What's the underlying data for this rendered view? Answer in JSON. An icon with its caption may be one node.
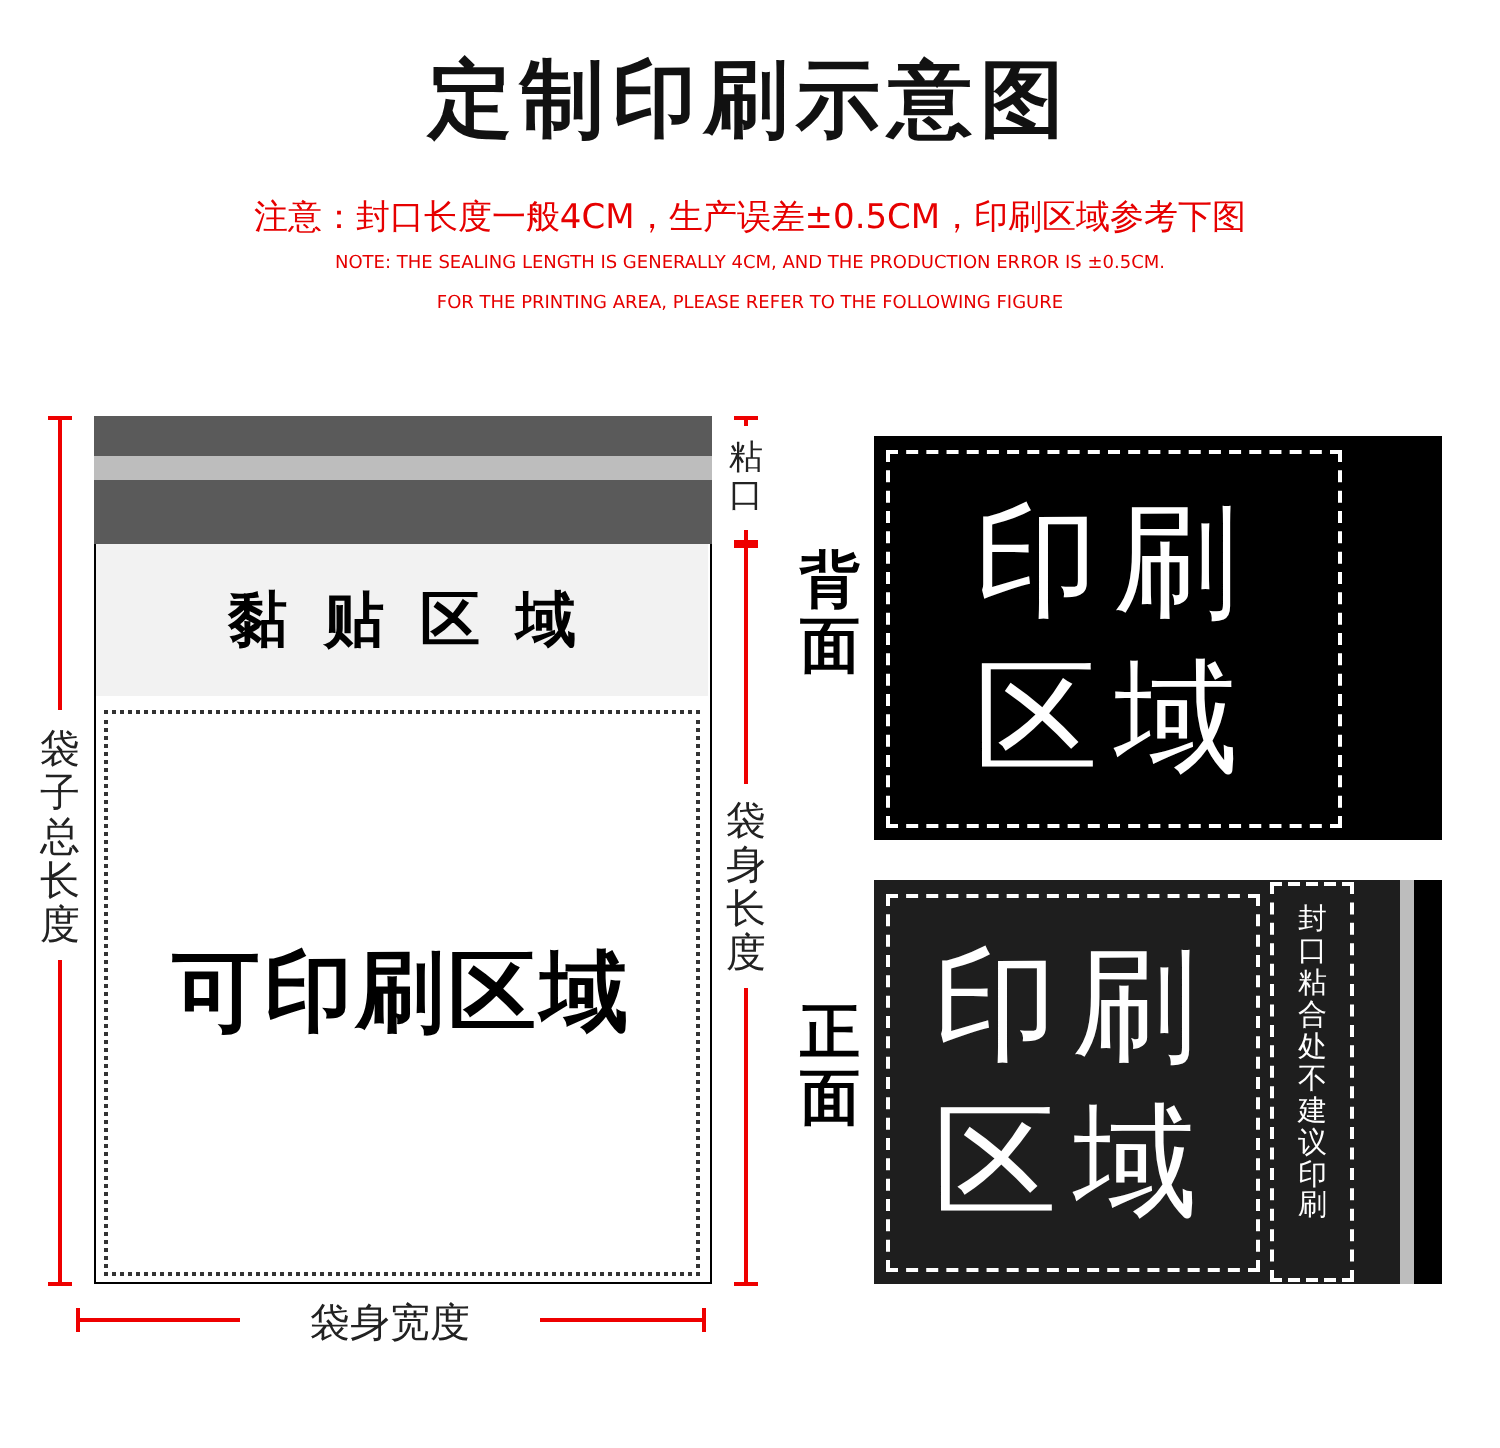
{
  "diagram": {
    "title": "定制印刷示意图",
    "nodes": [
      {
        "text": [],
        "shape": "box"
      },
      {
        "text": [
          "黏贴区域"
        ],
        "in": 0
      },
      {
        "text": [
          "可印刷区域"
        ],
        "in": 0
      },
      {
        "text": [
          "背面"
        ]
      },
      {
        "text": [
          "印刷区域"
        ],
        "in": 3
      },
      {
        "text": [
          "正面"
        ]
      },
      {
        "text": [
          "印刷区域"
        ],
        "in": 5
      },
      {
        "text": [
          "封口粘合处不建议印刷"
        ],
        "in": 5
      }
    ],
    "labels": [
      "注意：封口长度一般4CM，生产误差±0.5CM，印刷区域参考下图",
      "NOTE: THE SEALING LENGTH IS GENERALLY 4CM, AND THE PRODUCTION ERROR IS ±0.5CM.",
      "FOR THE PRINTING AREA, PLEASE REFER TO THE FOLLOWING FIGURE",
      "袋子总长度",
      "粘口",
      "袋身长度",
      "袋身宽度"
    ]
  }
}
